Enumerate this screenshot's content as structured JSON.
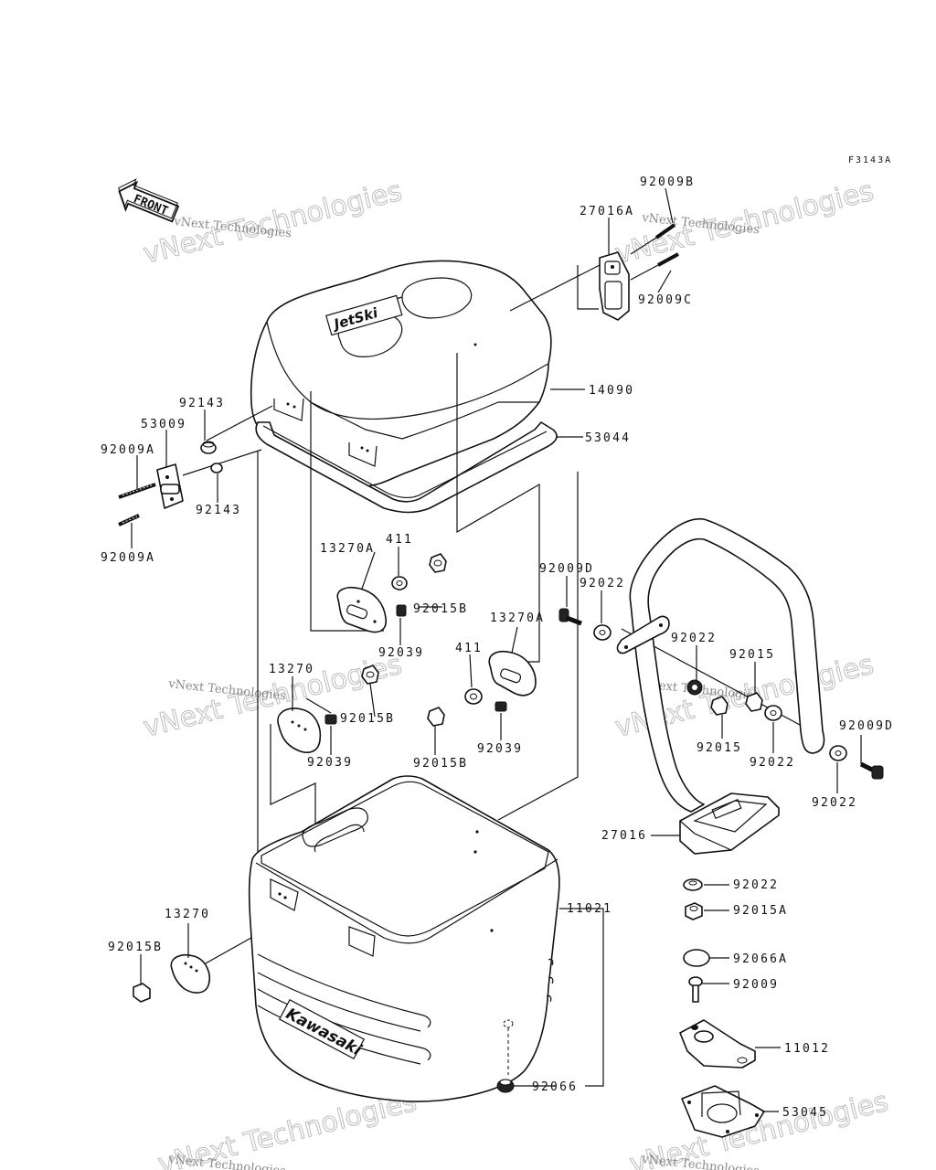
{
  "figure_code": "F3143A",
  "front_label": "FRONT",
  "lid_logo": "JetSki",
  "box_logo": "Kawasaki",
  "watermark": {
    "big": "vNext Technologies",
    "small": "vNext Technologies"
  },
  "parts": {
    "p92009B": "92009B",
    "p27016A": "27016A",
    "p92009C": "92009C",
    "p14090": "14090",
    "p53044": "53044",
    "p92143_top": "92143",
    "p53009": "53009",
    "p92009A_top": "92009A",
    "p92143_bot": "92143",
    "p92009A_bot": "92009A",
    "p13270A_left": "13270A",
    "p411_left": "411",
    "p92015B_a": "92015B",
    "p92039_a": "92039",
    "p13270_mid": "13270",
    "p92015B_b": "92015B",
    "p92039_b": "92039",
    "p92009D_a": "92009D",
    "p92022_a": "92022",
    "p13270A_right": "13270A",
    "p411_right": "411",
    "p92015B_c": "92015B",
    "p92039_c": "92039",
    "p92022_b": "92022",
    "p92015_a": "92015",
    "p92015_b": "92015",
    "p92022_c": "92022",
    "p92009D_b": "92009D",
    "p92022_d": "92022",
    "p27016": "27016",
    "p92022_e": "92022",
    "p92015A": "92015A",
    "p13270_low": "13270",
    "p92015B_d": "92015B",
    "p11021": "11021",
    "p92066A": "92066A",
    "p92009": "92009",
    "p11012": "11012",
    "p92066": "92066",
    "p53045": "53045"
  }
}
